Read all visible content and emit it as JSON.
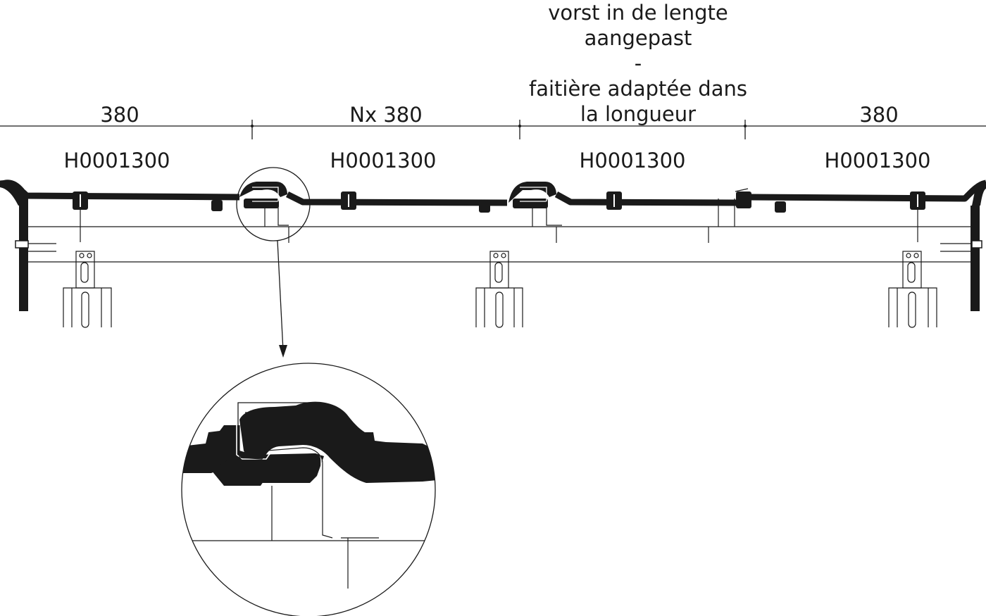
{
  "note": {
    "line1": "vorst in de lengte",
    "line2": "aangepast",
    "line3": "-",
    "line4": "faitière adaptée dans",
    "line5": "la longueur"
  },
  "dimensions": [
    {
      "label": "380"
    },
    {
      "label": "Nx 380"
    },
    {
      "label": "380"
    }
  ],
  "tiles": [
    {
      "code": "H0001300"
    },
    {
      "code": "H0001300"
    },
    {
      "code": "H0001300"
    },
    {
      "code": "H0001300"
    }
  ],
  "colors": {
    "ink": "#1a1a1a",
    "background": "#ffffff"
  }
}
